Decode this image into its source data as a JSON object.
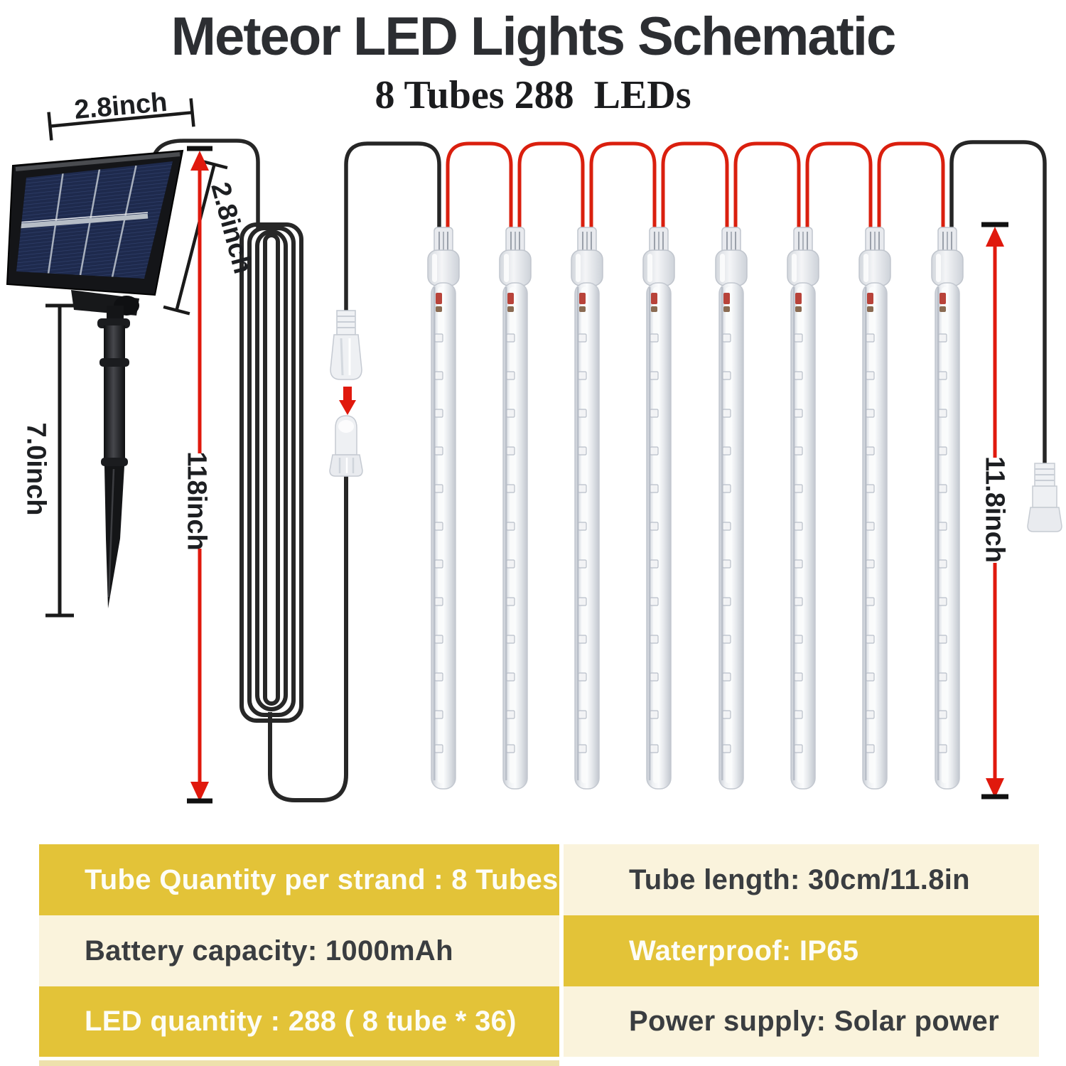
{
  "header": {
    "title": "Meteor LED Lights Schematic",
    "subtitle": "8 Tubes 288  LEDs"
  },
  "dimensions": {
    "panel_width": "2.8inch",
    "panel_height": "2.8inch",
    "stake_length": "7.0inch",
    "cable_length": "118inch",
    "tube_length": "11.8inch"
  },
  "figure": {
    "tube_count": 8
  },
  "specs": {
    "rows": [
      {
        "left": "Tube Quantity per strand : 8 Tubes",
        "right": "Tube length: 30cm/11.8in"
      },
      {
        "left": "Battery capacity: 1000mAh",
        "right": "Waterproof: IP65"
      },
      {
        "left": "LED quantity : 288 ( 8 tube * 36)",
        "right": "Power supply: Solar power"
      }
    ]
  },
  "colors": {
    "accent_yellow": "#e3c338",
    "cream": "#faf3dc",
    "wire_red": "#da1f0e",
    "dimension_red": "#e0190d",
    "wire_black": "#262626",
    "ink": "#2c2e32",
    "panel_blue": "#1e2a4d"
  }
}
